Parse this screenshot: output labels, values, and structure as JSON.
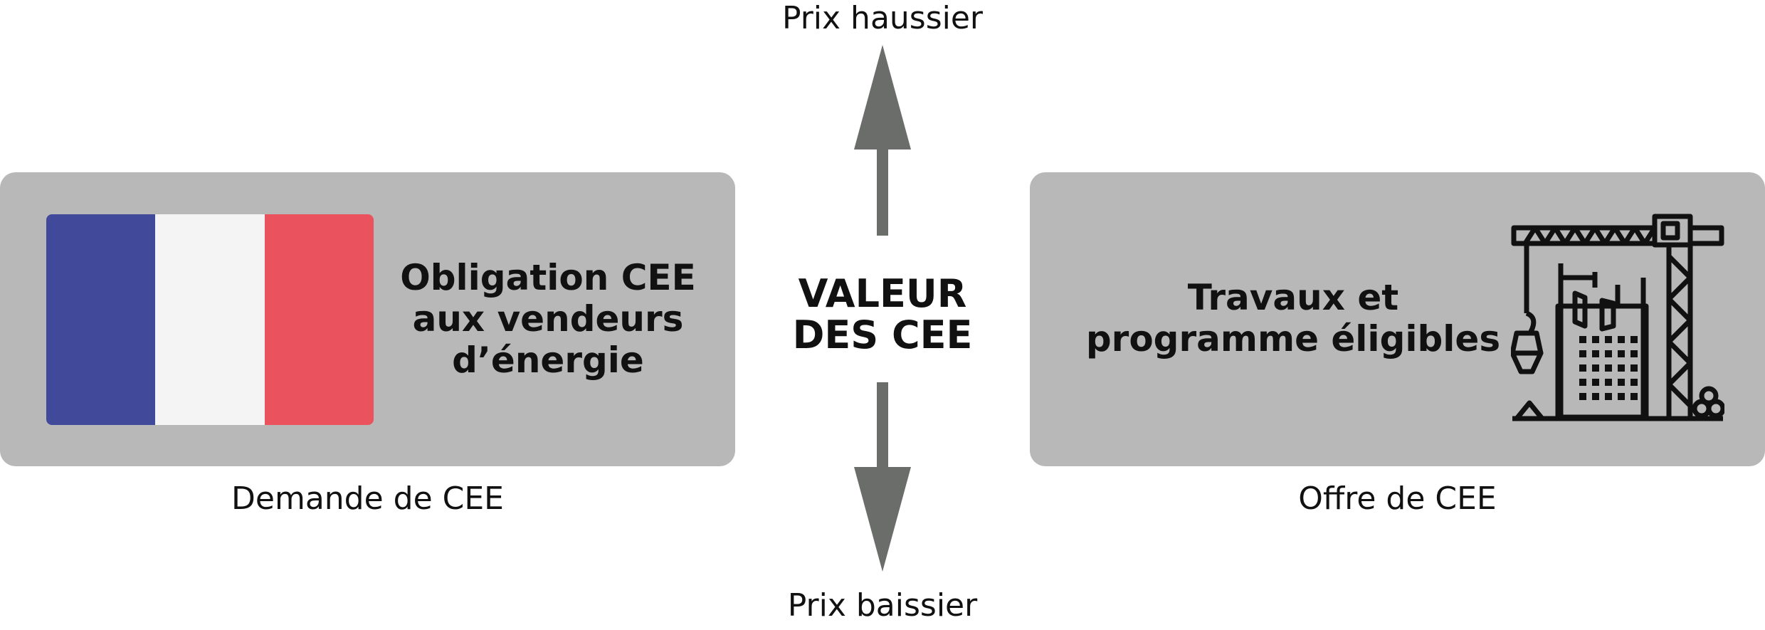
{
  "demand": {
    "title_lines": [
      "Obligation CEE",
      "aux vendeurs",
      "d’énergie"
    ],
    "caption": "Demande de CEE",
    "flag_colors": [
      "#41499a",
      "#f4f4f4",
      "#ea525e"
    ]
  },
  "supply": {
    "title_lines": [
      "Travaux et",
      "programme éligibles"
    ],
    "caption": "Offre de CEE",
    "icon": "construction-site-icon"
  },
  "center": {
    "title_lines": [
      "VALEUR",
      "DES CEE"
    ],
    "price_up": "Prix haussier",
    "price_down": "Prix baissier"
  },
  "colors": {
    "box": "#b8b8b8",
    "arrow": "#6b6d6b",
    "text": "#111111"
  }
}
